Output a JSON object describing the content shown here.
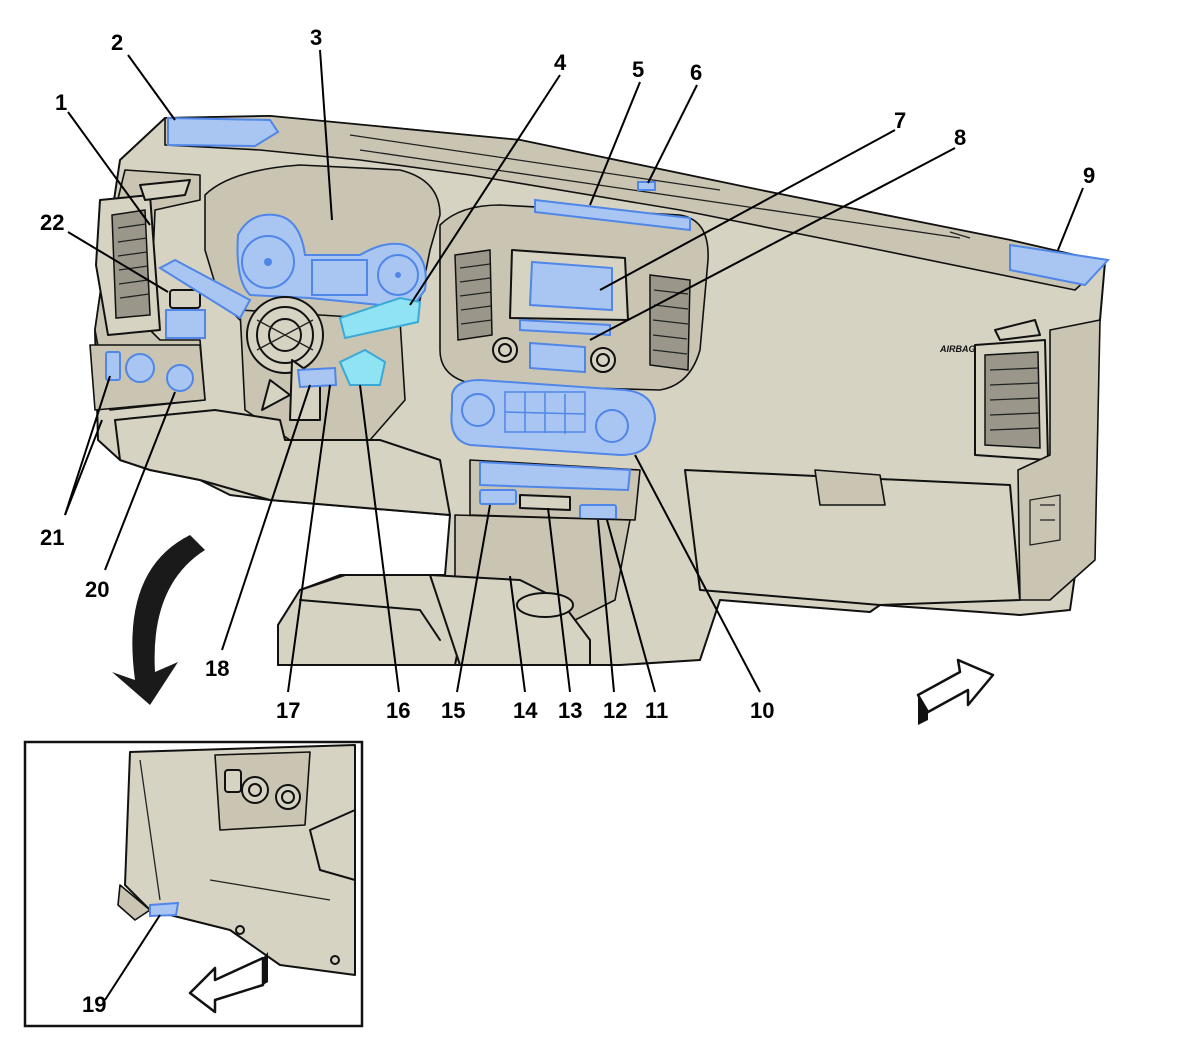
{
  "callouts": [
    {
      "id": "c1",
      "label": "1"
    },
    {
      "id": "c2",
      "label": "2"
    },
    {
      "id": "c3",
      "label": "3"
    },
    {
      "id": "c4",
      "label": "4"
    },
    {
      "id": "c5",
      "label": "5"
    },
    {
      "id": "c6",
      "label": "6"
    },
    {
      "id": "c7",
      "label": "7"
    },
    {
      "id": "c8",
      "label": "8"
    },
    {
      "id": "c9",
      "label": "9"
    },
    {
      "id": "c10",
      "label": "10"
    },
    {
      "id": "c11",
      "label": "11"
    },
    {
      "id": "c12",
      "label": "12"
    },
    {
      "id": "c13",
      "label": "13"
    },
    {
      "id": "c14",
      "label": "14"
    },
    {
      "id": "c15",
      "label": "15"
    },
    {
      "id": "c16",
      "label": "16"
    },
    {
      "id": "c17",
      "label": "17"
    },
    {
      "id": "c18",
      "label": "18"
    },
    {
      "id": "c19",
      "label": "19"
    },
    {
      "id": "c20",
      "label": "20"
    },
    {
      "id": "c21",
      "label": "21"
    },
    {
      "id": "c22",
      "label": "22"
    }
  ],
  "dashboard": {
    "airbag_label": "AIRBAG"
  },
  "colors": {
    "panel": "#d6d3c3",
    "highlight_blue": "#a9c6f2",
    "highlight_stroke": "#4f86e8",
    "highlight_cyan": "#8fe3f2",
    "ink": "#111111"
  }
}
